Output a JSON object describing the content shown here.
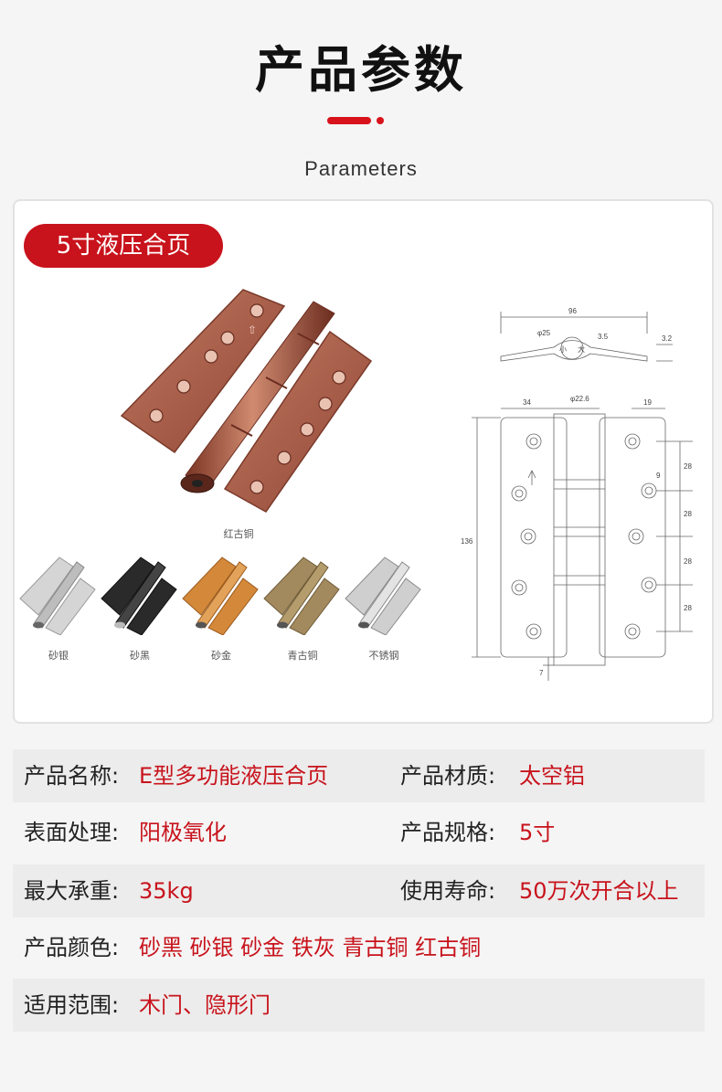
{
  "header": {
    "title": "产品参数",
    "subtitle": "Parameters"
  },
  "product": {
    "badge": "5寸液压合页",
    "main_color_caption": "红古铜",
    "variants": [
      {
        "name": "砂银",
        "color": "#d5d5d5"
      },
      {
        "name": "砂黑",
        "color": "#2a2a2a"
      },
      {
        "name": "砂金",
        "color": "#d4893a"
      },
      {
        "name": "青古铜",
        "color": "#a28a5e"
      },
      {
        "name": "不锈钢",
        "color": "#c9c9c9"
      }
    ],
    "main_color": "#a85a45"
  },
  "drawing": {
    "dims": {
      "width_top": "96",
      "pin_dia": "φ25",
      "d35": "3.5",
      "thick": "3.2",
      "small": "小",
      "large": "大",
      "left_w": "34",
      "knuckle_dia": "φ22.6",
      "right_w": "19",
      "hole": "9",
      "pitch1": "28",
      "pitch2": "28",
      "pitch3": "28",
      "pitch4": "28",
      "height": "136",
      "bottom": "7"
    }
  },
  "specs": [
    {
      "label": "产品名称:",
      "value": "E型多功能液压合页",
      "label2": "产品材质:",
      "value2": "太空铝"
    },
    {
      "label": "表面处理:",
      "value": "阳极氧化",
      "label2": "产品规格:",
      "value2": "5寸"
    },
    {
      "label": "最大承重:",
      "value": "35kg",
      "label2": "使用寿命:",
      "value2": "50万次开合以上"
    },
    {
      "label": "产品颜色:",
      "value": "砂黑 砂银 砂金 铁灰 青古铜 红古铜"
    },
    {
      "label": "适用范围:",
      "value": "木门、隐形门"
    }
  ],
  "colors": {
    "accent": "#c8131c"
  }
}
